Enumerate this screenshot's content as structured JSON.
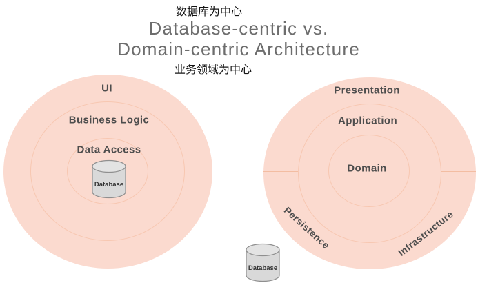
{
  "header": {
    "zh_database_centric": "数据库为中心",
    "title_line1": "Database-centric vs.",
    "title_line2": "Domain-centric Architecture",
    "zh_domain_centric": "业务领域为中心"
  },
  "left_diagram": {
    "rings": [
      "UI",
      "Business Logic",
      "Data Access"
    ],
    "database_label": "Database"
  },
  "right_diagram": {
    "rings": [
      "Presentation",
      "Application",
      "Domain"
    ],
    "segments": [
      "Persistence",
      "Infrastructure"
    ],
    "database_label": "Database"
  },
  "colors": {
    "circle_fill": "#fbdacf",
    "ring_line": "#f7c7b1",
    "segment_divider": "#f3bda2",
    "label_text": "#4d4d4d",
    "title_text": "#6d6d6d",
    "chinese_text": "#141414",
    "cylinder_fill": "#d9d9d9",
    "cylinder_top": "#e3e3e3",
    "cylinder_stroke": "#8f8f8f"
  }
}
